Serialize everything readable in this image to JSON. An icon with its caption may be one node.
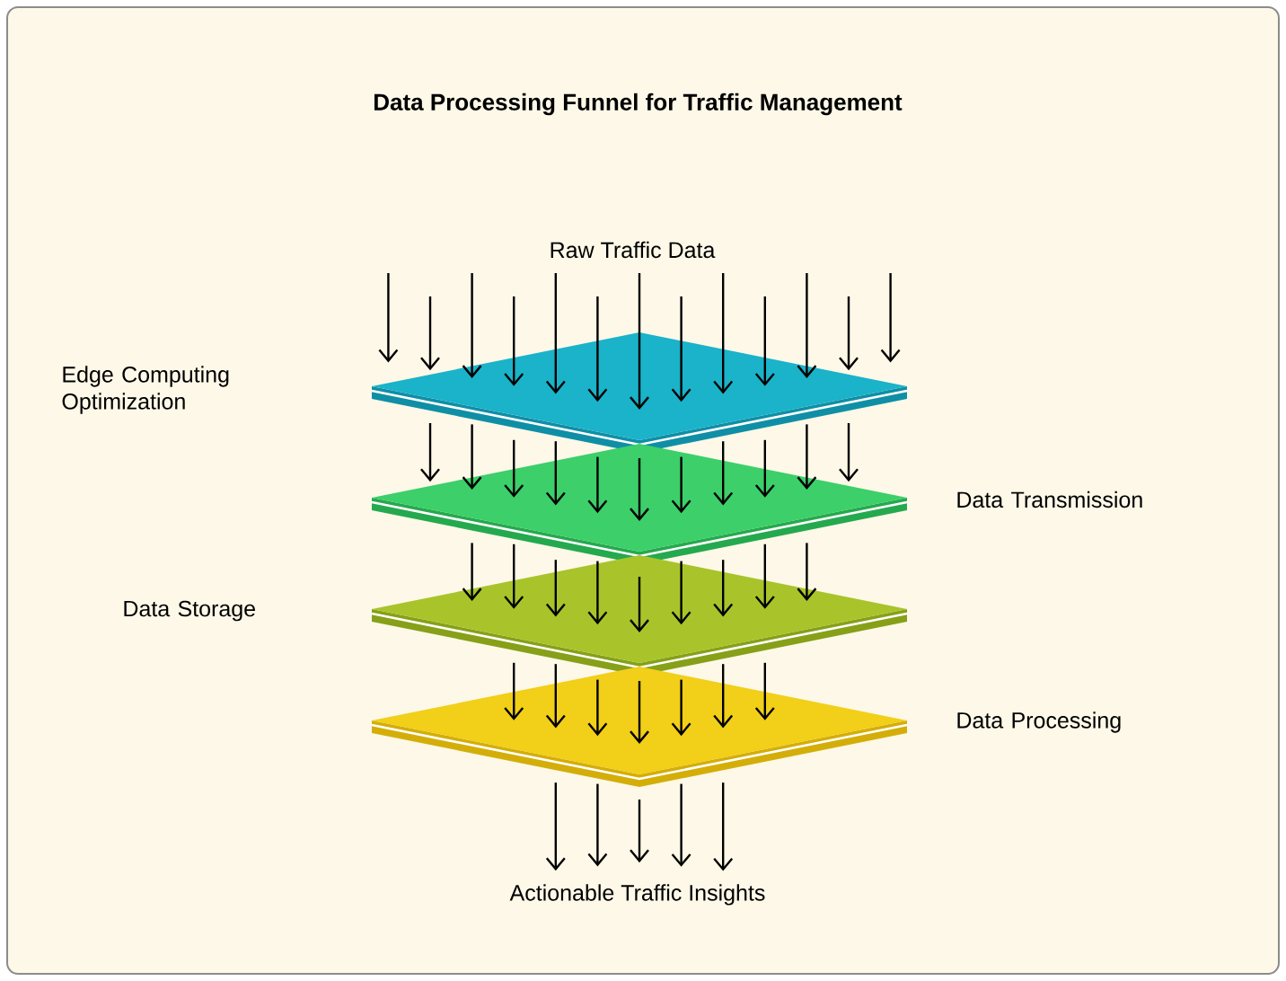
{
  "diagram": {
    "title": "Data Processing Funnel for Traffic Management",
    "nodes": [
      {
        "text": [
          "Raw Traffic Data"
        ]
      },
      {
        "text": [],
        "shape": "diamond"
      },
      {
        "text": [],
        "shape": "diamond",
        "beside": [
          "Data Transmission"
        ]
      },
      {
        "text": [],
        "shape": "diamond"
      },
      {
        "text": [],
        "shape": "diamond",
        "beside": [
          "Data Processing"
        ]
      },
      {
        "text": [
          "Actionable Traffic Insights"
        ]
      }
    ],
    "edges": [
      {
        "from": null,
        "to": 1,
        "arrow": "to"
      },
      {
        "from": null,
        "to": 1,
        "arrow": "to"
      },
      {
        "from": 0,
        "to": 1,
        "arrow": "to"
      },
      {
        "from": 0,
        "to": 1,
        "arrow": "to"
      },
      {
        "from": 0,
        "to": 1,
        "arrow": "to"
      },
      {
        "from": 0,
        "to": 1,
        "arrow": "to"
      },
      {
        "from": 0,
        "to": 1,
        "arrow": "to"
      },
      {
        "from": 0,
        "to": 1,
        "arrow": "to"
      },
      {
        "from": 0,
        "to": 1,
        "arrow": "to"
      },
      {
        "from": 0,
        "to": 1,
        "arrow": "to"
      },
      {
        "from": 0,
        "to": 1,
        "arrow": "to"
      },
      {
        "from": null,
        "to": 1,
        "arrow": "to"
      },
      {
        "from": null,
        "to": 1,
        "arrow": "to"
      },
      {
        "from": 1,
        "to": 2,
        "arrow": "to"
      },
      {
        "from": 1,
        "to": 2,
        "arrow": "to"
      },
      {
        "from": 1,
        "to": 2,
        "arrow": "to"
      },
      {
        "from": 1,
        "to": 2,
        "arrow": "to"
      },
      {
        "from": 1,
        "to": 2,
        "arrow": "to"
      },
      {
        "from": 1,
        "to": 2,
        "arrow": "to"
      },
      {
        "from": 1,
        "to": 2,
        "arrow": "to"
      },
      {
        "from": 1,
        "to": 2,
        "arrow": "to"
      },
      {
        "from": 1,
        "to": 2,
        "arrow": "to"
      },
      {
        "from": 1,
        "to": 2,
        "arrow": "to"
      },
      {
        "from": 1,
        "to": 2,
        "arrow": "to"
      },
      {
        "from": 2,
        "to": 3,
        "arrow": "to"
      },
      {
        "from": 2,
        "to": 3,
        "arrow": "to"
      },
      {
        "from": 2,
        "to": 3,
        "arrow": "to"
      },
      {
        "from": 2,
        "to": 3,
        "arrow": "to"
      },
      {
        "from": 2,
        "to": 3,
        "arrow": "to"
      },
      {
        "from": 2,
        "to": 3,
        "arrow": "to"
      },
      {
        "from": 2,
        "to": 3,
        "arrow": "to"
      },
      {
        "from": 2,
        "to": 3,
        "arrow": "to"
      },
      {
        "from": 2,
        "to": 3,
        "arrow": "to"
      },
      {
        "from": 3,
        "to": 4,
        "arrow": "to"
      },
      {
        "from": 3,
        "to": 4,
        "arrow": "to"
      },
      {
        "from": 3,
        "to": 4,
        "arrow": "to"
      },
      {
        "from": 3,
        "to": 4,
        "arrow": "to"
      },
      {
        "from": 3,
        "to": 4,
        "arrow": "to"
      },
      {
        "from": 3,
        "to": 4,
        "arrow": "to"
      },
      {
        "from": 3,
        "to": 4,
        "arrow": "to"
      },
      {
        "from": 4,
        "to": 5,
        "arrow": "to"
      },
      {
        "from": 4,
        "to": 5,
        "arrow": "to"
      },
      {
        "from": 4,
        "to": 5,
        "arrow": "to"
      },
      {
        "from": 4,
        "to": 5,
        "arrow": "to"
      },
      {
        "from": 4,
        "to": 5,
        "arrow": "to"
      }
    ],
    "labels": [
      "Edge Computing Optimization",
      "Data Storage"
    ]
  }
}
